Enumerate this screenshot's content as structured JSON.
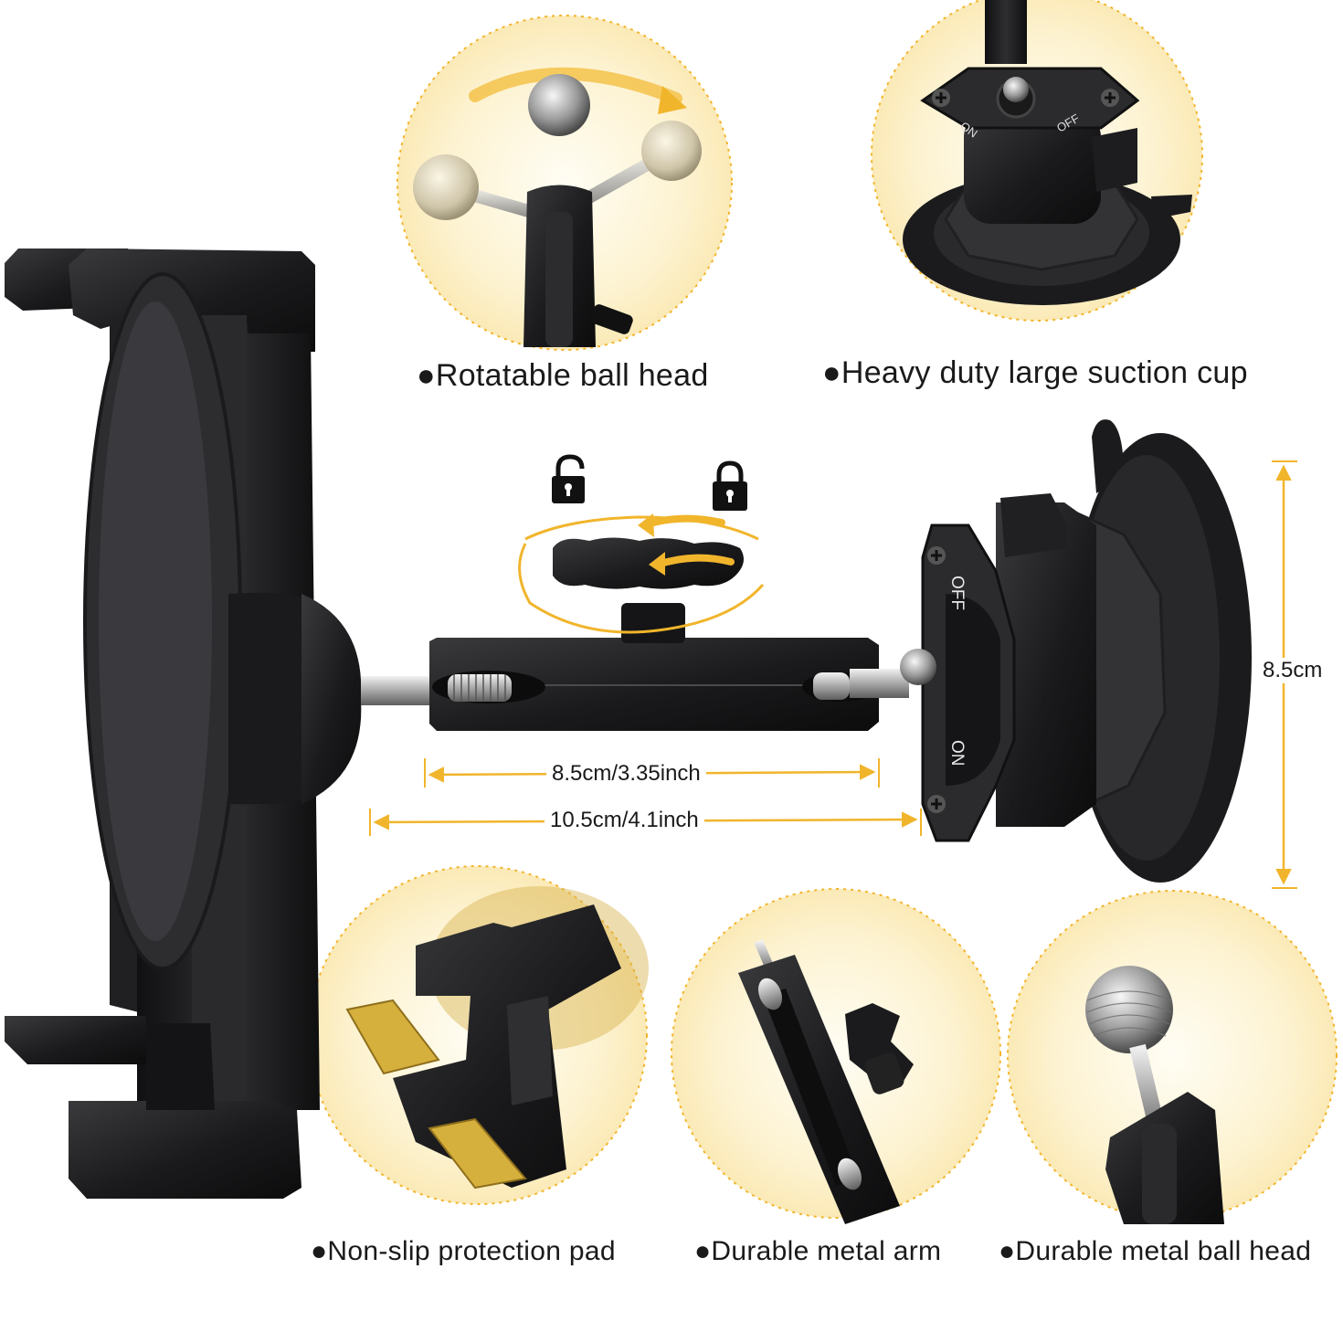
{
  "features": {
    "rotatable_ball_head": "●Rotatable ball head",
    "suction_cup": "●Heavy duty large suction cup",
    "protection_pad": "●Non-slip protection pad",
    "metal_arm": "●Durable metal arm",
    "metal_ball_head": "●Durable metal ball head"
  },
  "dimensions": {
    "arm_length": "8.5cm/3.35inch",
    "total_length": "10.5cm/4.1inch",
    "cup_diameter": "8.5cm"
  },
  "cup_labels": {
    "on": "ON",
    "off": "OFF"
  },
  "icons": {
    "unlock": "unlock-icon",
    "lock": "lock-icon",
    "rotate_arrows": "rotate-arrow-icon"
  },
  "colors": {
    "accent_yellow": "#f1b52c",
    "circle_fill": "#fdf6dd",
    "product_black": "#1c1c1e",
    "metal": "#c9c9c9",
    "pad_yellow": "#cfa63a"
  }
}
